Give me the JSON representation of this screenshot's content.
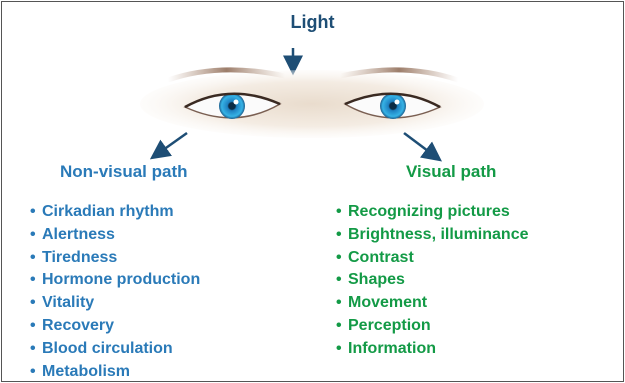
{
  "title": "Light",
  "colors": {
    "title": "#1e4e75",
    "non_visual": "#2a7ab8",
    "visual": "#139a46",
    "arrow": "#1e4e75",
    "iris": "#2aa0dc"
  },
  "non_visual": {
    "heading": "Non-visual path",
    "items": [
      "Cirkadian rhythm",
      "Alertness",
      "Tiredness",
      "Hormone production",
      "Vitality",
      "Recovery",
      "Blood circulation",
      "Metabolism"
    ]
  },
  "visual": {
    "heading": "Visual path",
    "items": [
      "Recognizing pictures",
      "Brightness, illuminance",
      "Contrast",
      "Shapes",
      "Movement",
      "Perception",
      "Information"
    ]
  },
  "bullet": "•",
  "icons": {
    "eyes": "eyes-image",
    "down_arrow": "arrow-down-icon",
    "left_arrow": "arrow-down-left-icon",
    "right_arrow": "arrow-down-right-icon"
  }
}
